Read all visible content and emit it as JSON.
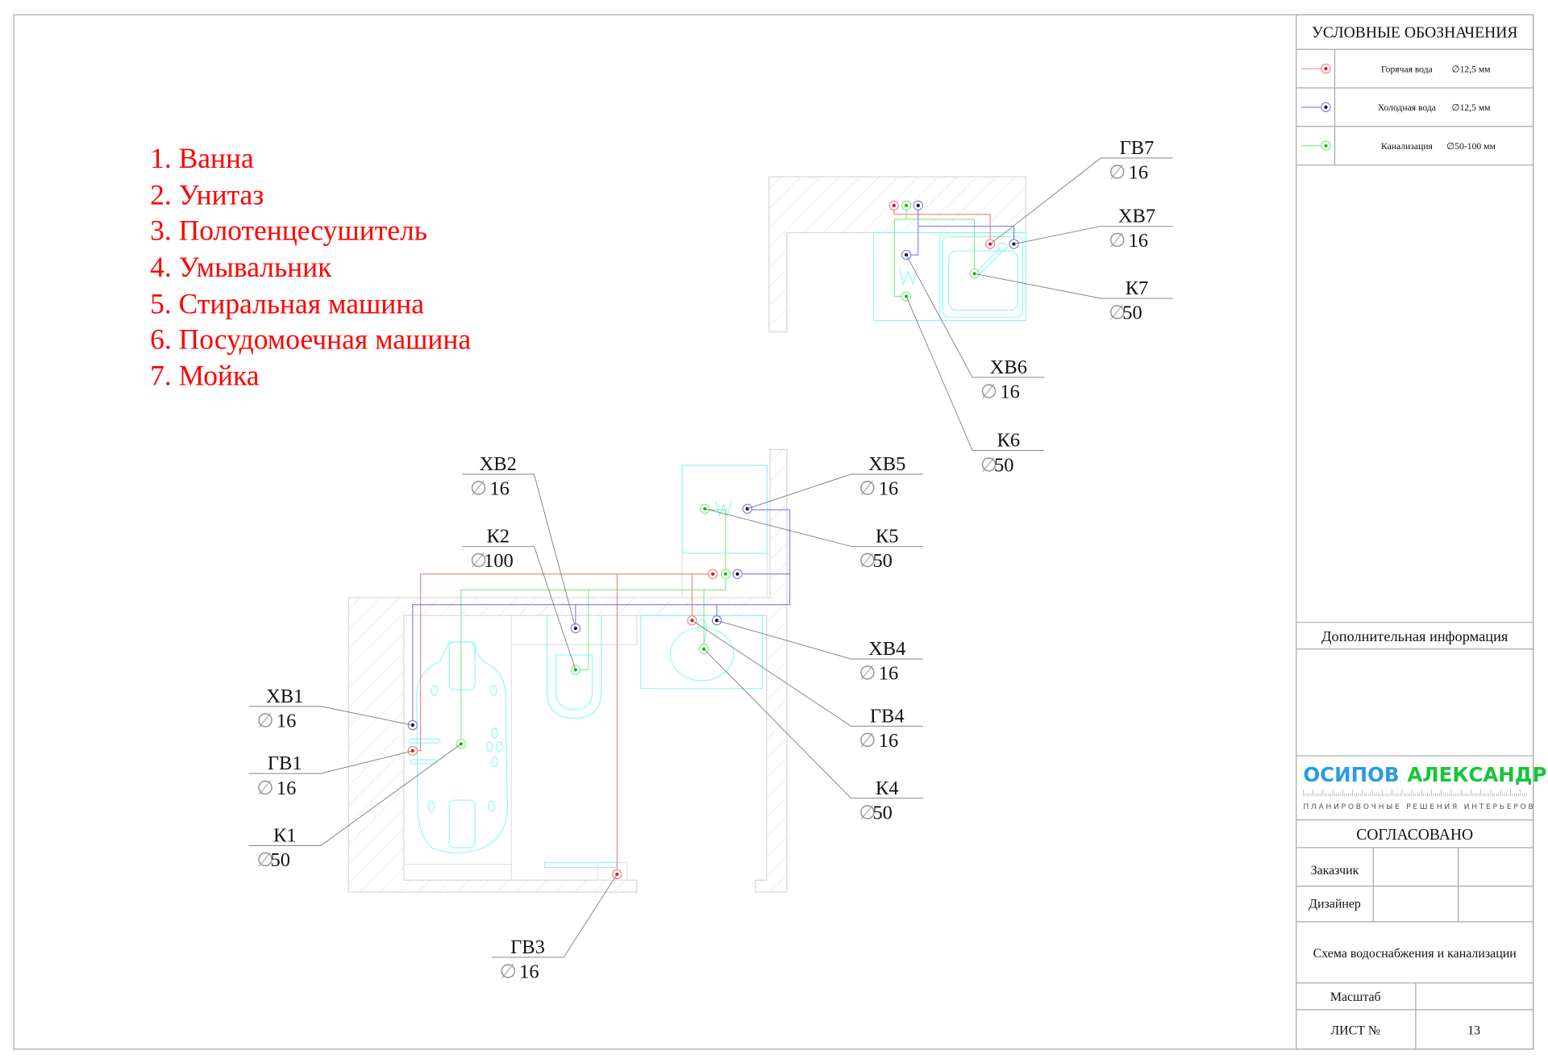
{
  "colors": {
    "hot": "#ff0000",
    "hot_line": "#f08080",
    "cold": "#000000",
    "cold_line": "#7878ff",
    "drain": "#00c000",
    "drain_line": "#80e880",
    "fixture": "#7ff6f6",
    "logo_blue": "#2a9be0",
    "logo_green": "#19c43a"
  },
  "fixtures_list": [
    "1. Ванна",
    "2. Унитаз",
    "3. Полотенцесушитель",
    "4. Умывальник",
    "5. Стиральная машина",
    "6. Посудомоечная машина",
    "7. Мойка"
  ],
  "diameter_symbol": "∅",
  "callouts": [
    {
      "id": "gv7",
      "label": "ГВ7",
      "diameter": "16",
      "type": "hot"
    },
    {
      "id": "hv7",
      "label": "ХВ7",
      "diameter": "16",
      "type": "cold"
    },
    {
      "id": "k7",
      "label": "К7",
      "diameter": "50",
      "type": "drain"
    },
    {
      "id": "hv6",
      "label": "ХВ6",
      "diameter": "16",
      "type": "cold"
    },
    {
      "id": "k6",
      "label": "К6",
      "diameter": "50",
      "type": "drain"
    },
    {
      "id": "hv5",
      "label": "ХВ5",
      "diameter": "16",
      "type": "cold"
    },
    {
      "id": "k5",
      "label": "К5",
      "diameter": "50",
      "type": "drain"
    },
    {
      "id": "hv4",
      "label": "ХВ4",
      "diameter": "16",
      "type": "cold"
    },
    {
      "id": "gv4",
      "label": "ГВ4",
      "diameter": "16",
      "type": "hot"
    },
    {
      "id": "k4",
      "label": "К4",
      "diameter": "50",
      "type": "drain"
    },
    {
      "id": "hv2",
      "label": "ХВ2",
      "diameter": "16",
      "type": "cold"
    },
    {
      "id": "k2",
      "label": "К2",
      "diameter": "100",
      "type": "drain"
    },
    {
      "id": "hv1",
      "label": "ХВ1",
      "diameter": "16",
      "type": "cold"
    },
    {
      "id": "gv1",
      "label": "ГВ1",
      "diameter": "16",
      "type": "hot"
    },
    {
      "id": "k1",
      "label": "К1",
      "diameter": "50",
      "type": "drain"
    },
    {
      "id": "gv3",
      "label": "ГВ3",
      "diameter": "16",
      "type": "hot"
    }
  ],
  "legend": {
    "title": "УСЛОВНЫЕ ОБОЗНАЧЕНИЯ",
    "items": [
      {
        "label": "Горячая вода",
        "size": "∅12,5 мм",
        "type": "hot"
      },
      {
        "label": "Холодная вода",
        "size": "∅12,5 мм",
        "type": "cold"
      },
      {
        "label": "Канализация",
        "size": "∅50-100 мм",
        "type": "drain"
      }
    ]
  },
  "title_block": {
    "additional_info": "Дополнительная информация",
    "logo_first": "ОСИПОВ",
    "logo_second": "АЛЕКСАНДР",
    "logo_tagline": "ПЛАНИРОВОЧНЫЕ РЕШЕНИЯ ИНТЕРЬЕРОВ",
    "approved": "СОГЛАСОВАНО",
    "customer": "Заказчик",
    "designer": "Дизайнер",
    "drawing_title": "Схема водоснабжения и канализации",
    "scale_label": "Масштаб",
    "scale_value": "",
    "sheet_label": "ЛИСТ №",
    "sheet_number": "13"
  }
}
